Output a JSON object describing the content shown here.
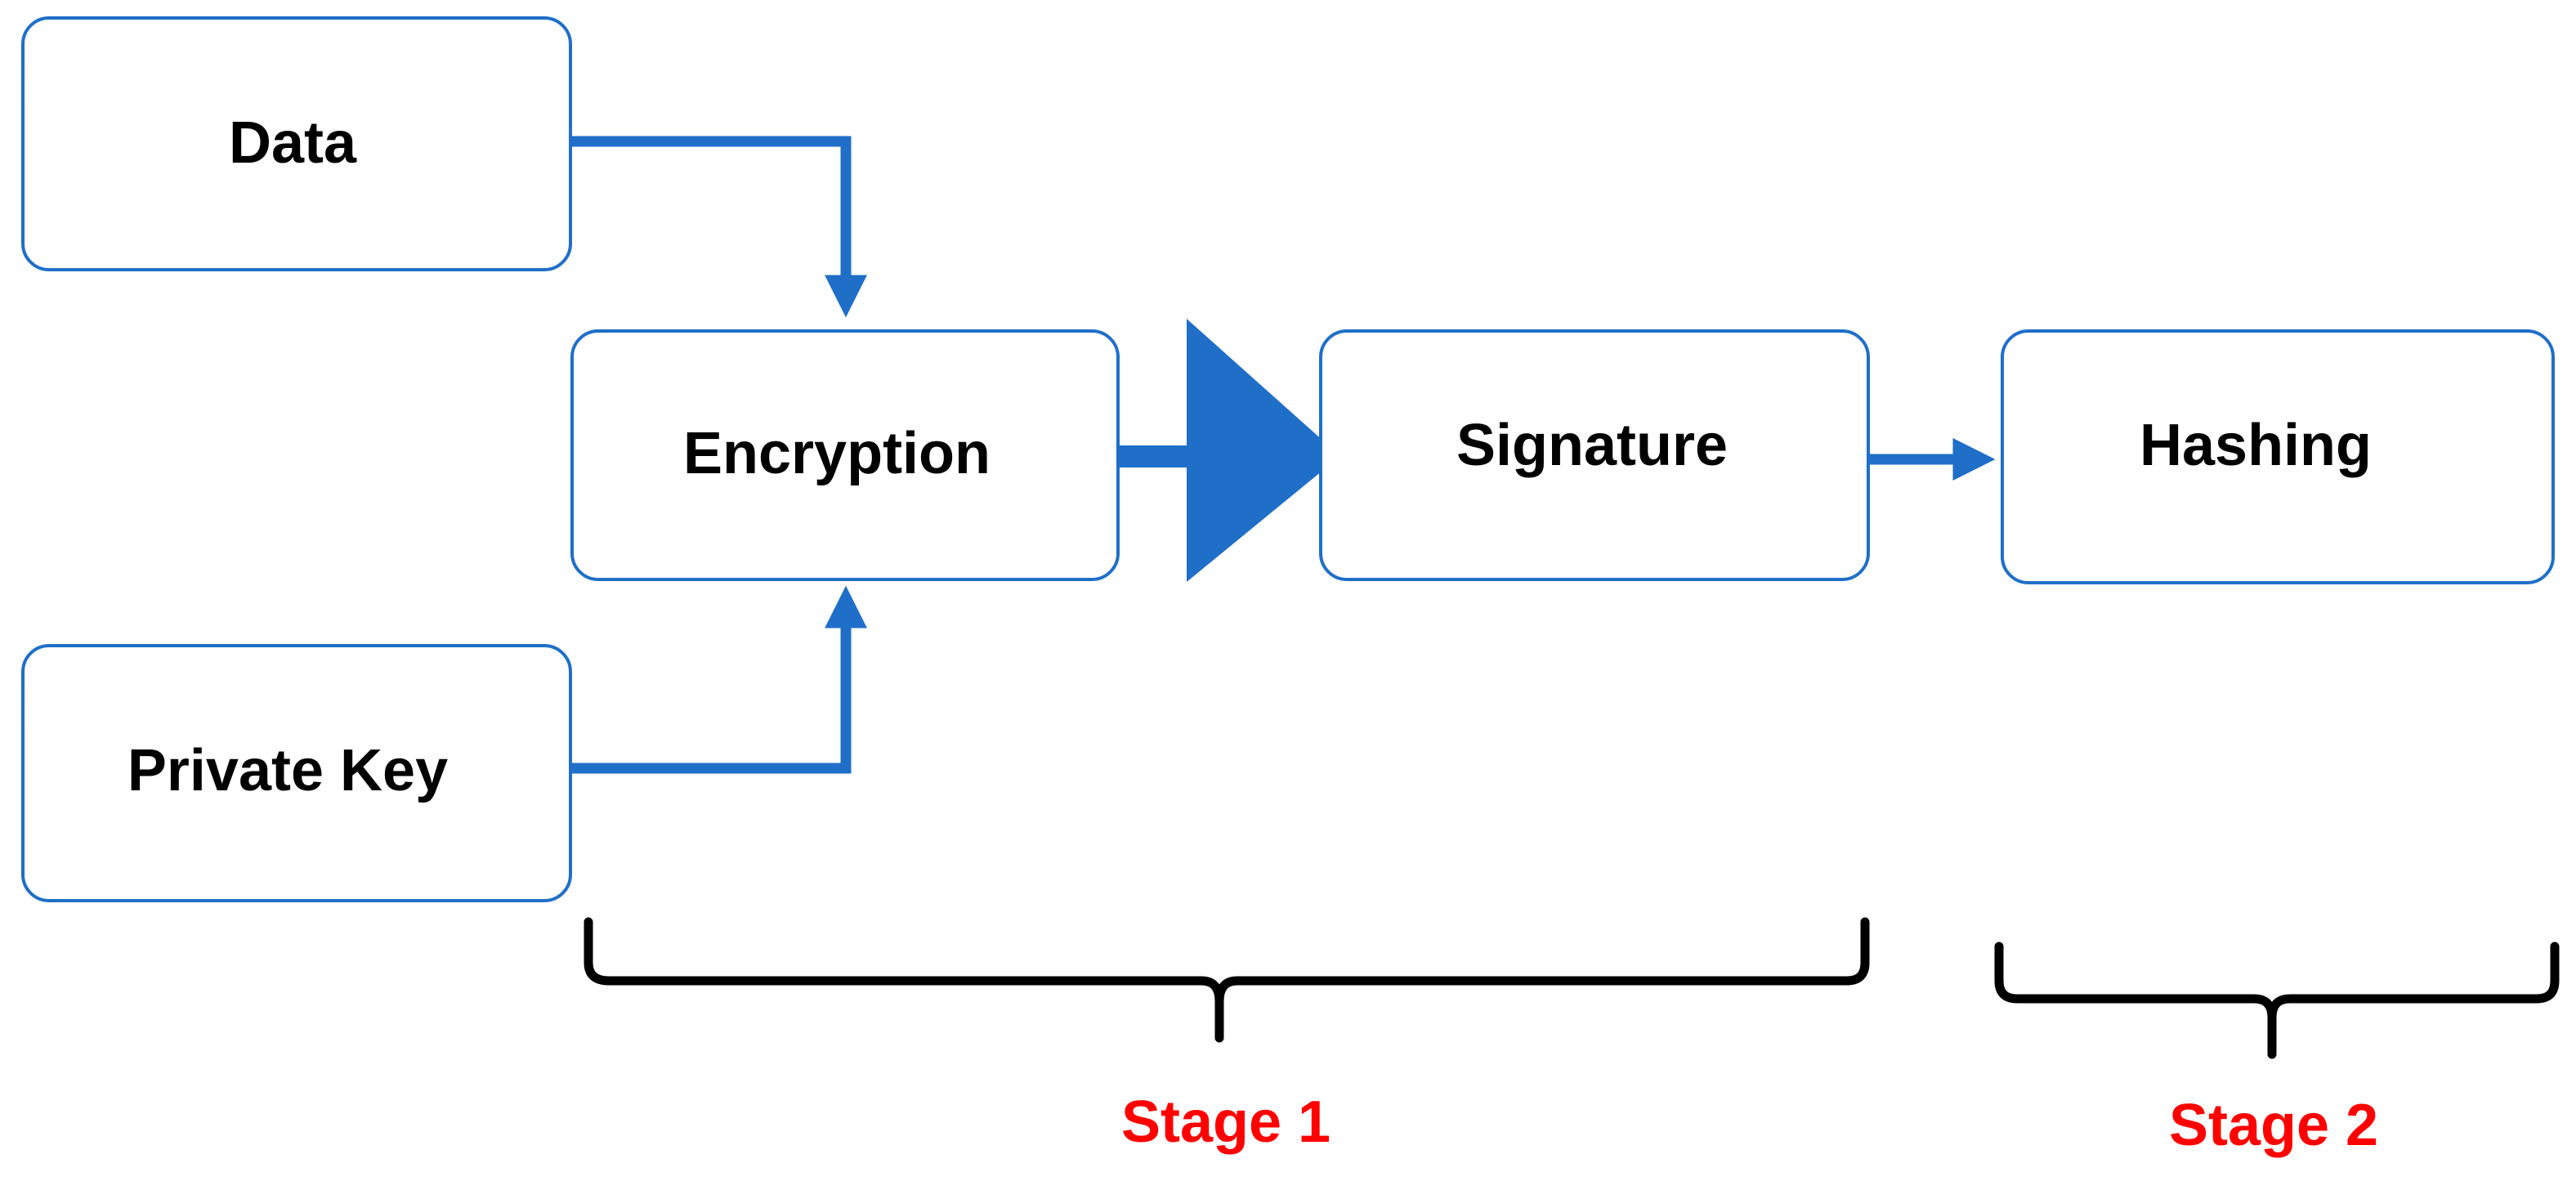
{
  "diagram": {
    "nodes": {
      "data": "Data",
      "private_key": "Private Key",
      "encryption": "Encryption",
      "signature": "Signature",
      "hashing": "Hashing"
    },
    "stages": {
      "stage1": "Stage 1",
      "stage2": "Stage 2"
    },
    "edges": [
      {
        "from": "data",
        "to": "encryption"
      },
      {
        "from": "private_key",
        "to": "encryption"
      },
      {
        "from": "encryption",
        "to": "signature"
      },
      {
        "from": "signature",
        "to": "hashing"
      }
    ]
  },
  "colors": {
    "arrow": "#1f6fc8",
    "box_border": "#1f6fc8",
    "stage_label": "#ff0000",
    "text": "#000000"
  }
}
